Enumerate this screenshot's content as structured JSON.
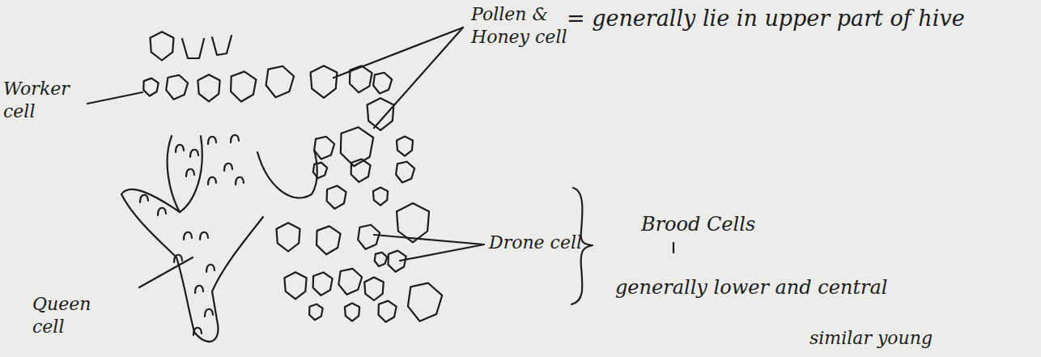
{
  "diagram": {
    "labels": [
      "Worker cell",
      "Pollen & Honey cell",
      "= generally lie in upper part of hive",
      "Queen cell",
      "Drone cell",
      "Brood Cells",
      "generally lower and central",
      "similar young"
    ]
  }
}
